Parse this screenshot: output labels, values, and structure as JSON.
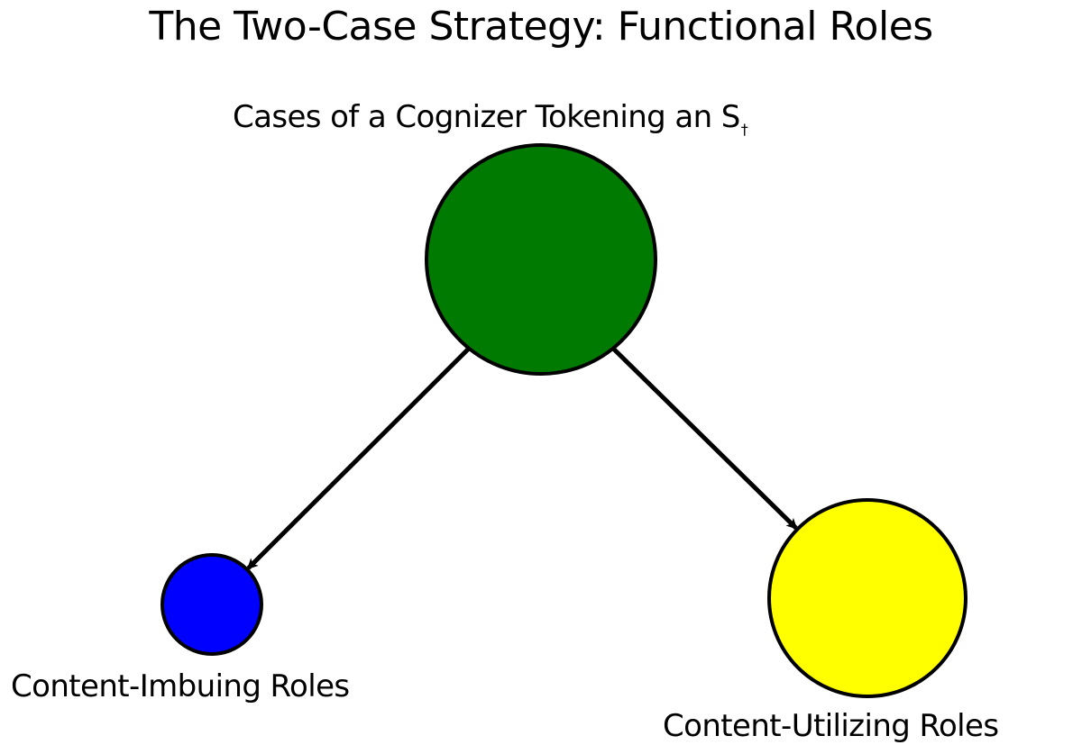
{
  "title": "The Two-Case Strategy: Functional Roles",
  "nodes": {
    "root": {
      "label": "Cases of a Cognizer Tokening an S",
      "label_subscript": "†",
      "color": "#007a00"
    },
    "left": {
      "label": "Content-Imbuing Roles",
      "color": "#0000ff"
    },
    "right": {
      "label": "Content-Utilizing Roles",
      "color": "#ffff00"
    }
  },
  "edges": [
    {
      "from": "root",
      "to": "left"
    },
    {
      "from": "root",
      "to": "right"
    }
  ],
  "colors": {
    "stroke": "#000000",
    "background": "#ffffff"
  }
}
